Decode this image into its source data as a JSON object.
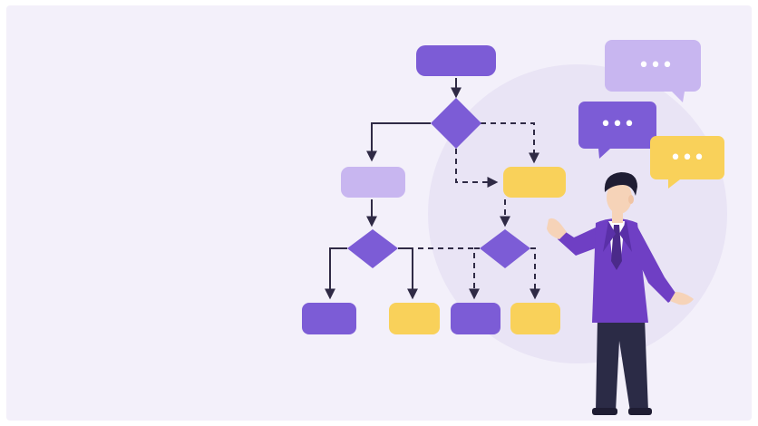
{
  "colors": {
    "background": "#f3f0fa",
    "outer_border": "#ffffff",
    "purple": "#7c5cd6",
    "purple_light": "#c8b6f0",
    "yellow": "#f9d15a",
    "line": "#2f2a45",
    "suit": "#6f3fc4",
    "skin": "#f6d3b8",
    "hair": "#1f1d33",
    "pants": "#2b2b46",
    "bg_circle": "#e9e4f5"
  },
  "icons": {
    "speech_bubble": "speech-bubble-icon",
    "person": "presenter-illustration"
  },
  "speech_bubbles": [
    {
      "name": "speech-bubble-top",
      "dots": "•••"
    },
    {
      "name": "speech-bubble-middle",
      "dots": "•••"
    },
    {
      "name": "speech-bubble-right",
      "dots": "•••"
    }
  ]
}
